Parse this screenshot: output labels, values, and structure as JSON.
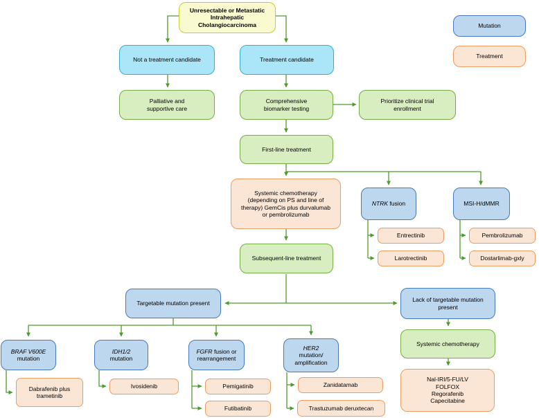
{
  "title": "Treatment flowchart for unresectable or metastatic intrahepatic cholangiocarcinoma",
  "colors": {
    "mutation_fill": "#BDD7EE",
    "mutation_border": "#4579BB",
    "decision_fill": "#AAE6F7",
    "decision_border": "#31AECB",
    "step_fill": "#D8EEC1",
    "step_border": "#74AC45",
    "treatment_fill": "#FBE5D5",
    "treatment_border": "#EC9C62",
    "root_fill": "#FAFAD0",
    "root_border": "#C3CF2A",
    "connector": "#4D9A2F"
  },
  "legend": {
    "mutation": "Mutation",
    "treatment": "Treatment"
  },
  "nodes": {
    "root": {
      "lines": [
        "Unresectable or Metastatic",
        "Intrahepatic",
        "Cholangiocarcinoma"
      ]
    },
    "not_candidate": {
      "label": "Not a treatment candidate"
    },
    "candidate": {
      "label": "Treatment candidate"
    },
    "palliative": {
      "lines": [
        "Palliative and",
        "supportive care"
      ]
    },
    "biomarker": {
      "lines": [
        "Comprehensive",
        "biomarker testing"
      ]
    },
    "trial": {
      "lines": [
        "Prioritize clinical trial",
        "enrollment"
      ]
    },
    "first_line": {
      "label": "First-line treatment"
    },
    "sys_chemo1": {
      "lines": [
        "Systemic chemotherapy",
        "(depending on PS and line of",
        "therapy) GemCis plus durvalumab",
        "or pembrolizumab"
      ]
    },
    "ntrk": {
      "italic": "NTRK",
      "rest": " fusion"
    },
    "msi": {
      "label": "MSI-H/dMMR"
    },
    "entrectinib": {
      "label": "Entrectinib"
    },
    "larotrectinib": {
      "label": "Larotrectinib"
    },
    "pembrolizumab": {
      "label": "Pembrolizumab"
    },
    "dostarlimab": {
      "label": "Dostarlimab-gxly"
    },
    "subsequent": {
      "label": "Subsequent-line treatment"
    },
    "targetable": {
      "label": "Targetable mutation present"
    },
    "lack": {
      "lines": [
        "Lack of targetable mutation",
        "present"
      ]
    },
    "sys_chemo2": {
      "label": "Systemic chemotherapy"
    },
    "nal_iri": {
      "lines": [
        "Nal-IRI/5-FU/LV",
        "FOLFOX",
        "Regorafenib",
        "Capecitabine"
      ]
    },
    "braf": {
      "italic": "BRAF V600E",
      "rest": "mutation"
    },
    "idh": {
      "italic": "IDH1/2",
      "rest": "mutation"
    },
    "fgfr": {
      "italic": "FGFR",
      "rest1": " fusion or",
      "rest2": "rearrangement"
    },
    "her2": {
      "italic": "HER2",
      "rest1": "mutation/",
      "rest2": "amplification"
    },
    "dabrafenib": {
      "lines": [
        "Dabrafenib plus",
        "trametinib"
      ]
    },
    "ivosidenib": {
      "label": "Ivosidenib"
    },
    "pemigatinib": {
      "label": "Pemigatinib"
    },
    "futibatinib": {
      "label": "Futibatinib"
    },
    "zanidatamab": {
      "label": "Zanidatamab"
    },
    "trastuzumab": {
      "label": "Trastuzumab deruxtecan"
    }
  }
}
